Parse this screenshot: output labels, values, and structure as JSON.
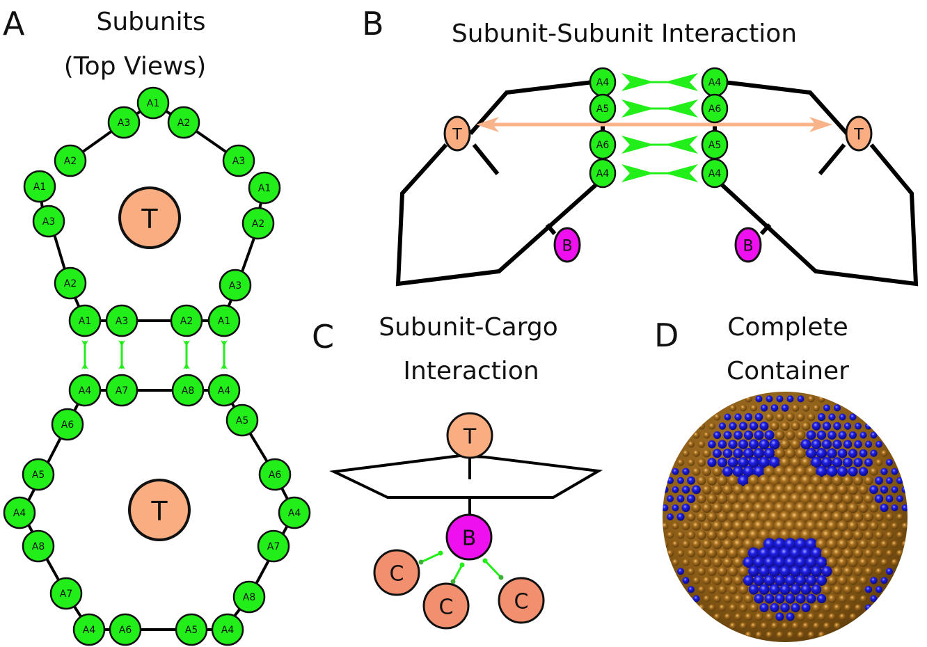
{
  "figure": {
    "panels": {
      "A": {
        "letter": "A",
        "title_line1": "Subunits",
        "title_line2": "(Top Views)",
        "pentamer": {
          "center_label": "T",
          "beads": [
            "A1",
            "A3",
            "A2",
            "A2",
            "A3",
            "A1",
            "A1",
            "A3",
            "A2",
            "A2",
            "A3",
            "A1",
            "A1",
            "A3",
            "A2"
          ]
        },
        "hexamer": {
          "center_label": "T",
          "beads": [
            "A4",
            "A7",
            "A8",
            "A4",
            "A6",
            "A5",
            "A5",
            "A6",
            "A4",
            "A4",
            "A8",
            "A7",
            "A7",
            "A8",
            "A4",
            "A4",
            "A6",
            "A5"
          ]
        }
      },
      "B": {
        "letter": "B",
        "title": "Subunit-Subunit Interaction",
        "left_subunit": {
          "top_label": "T",
          "bottom_label": "B",
          "beads": [
            "A4",
            "A5",
            "A6",
            "A4"
          ]
        },
        "right_subunit": {
          "top_label": "T",
          "bottom_label": "B",
          "beads": [
            "A4",
            "A6",
            "A5",
            "A4"
          ]
        }
      },
      "C": {
        "letter": "C",
        "title_line1": "Subunit-Cargo",
        "title_line2": "Interaction",
        "top_label": "T",
        "binder_label": "B",
        "cargo_labels": [
          "C",
          "C",
          "C"
        ]
      },
      "D": {
        "letter": "D",
        "title_line1": "Complete",
        "title_line2": "Container",
        "colors": {
          "pentamer": "#1a1ae0",
          "hexamer": "#9a6414"
        }
      }
    }
  }
}
